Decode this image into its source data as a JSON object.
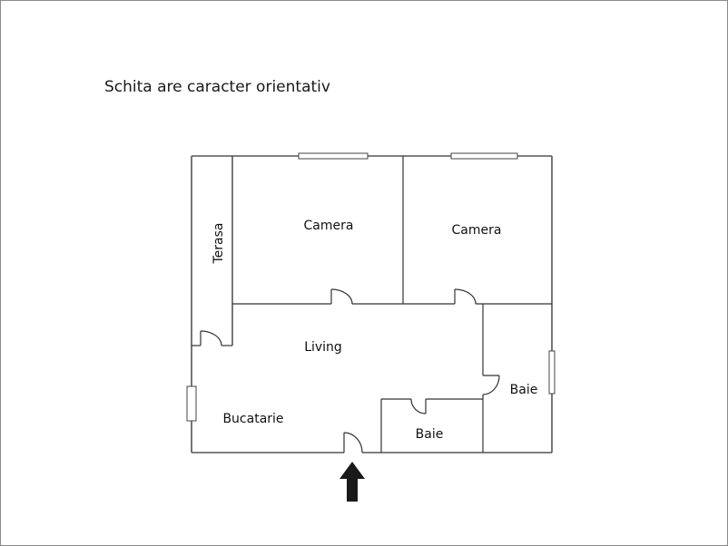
{
  "note": "Schita are caracter orientativ",
  "rooms": {
    "terasa": "Terasa",
    "camera_1": "Camera",
    "camera_2": "Camera",
    "living": "Living",
    "bucatarie": "Bucatarie",
    "baie_1": "Baie",
    "baie_2": "Baie"
  },
  "entrance_arrow": "arrow-up-icon",
  "colors": {
    "wall": "#555555",
    "arrow": "#1a1a1a",
    "border": "#8a8a8a"
  }
}
